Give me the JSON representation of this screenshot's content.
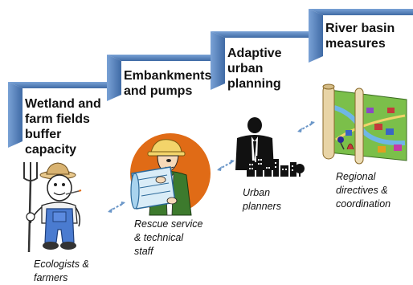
{
  "steps": [
    {
      "line1": "Wetland and",
      "line2": "farm fields",
      "line3": "buffer",
      "line4": "capacity"
    },
    {
      "line1": "Embankments",
      "line2": "and pumps"
    },
    {
      "line1": "Adaptive",
      "line2": "urban",
      "line3": "planning"
    },
    {
      "line1": "River basin",
      "line2": "measures"
    }
  ],
  "roles": [
    {
      "line1": "Ecologists &",
      "line2": "farmers"
    },
    {
      "line1": "Rescue service",
      "line2": "& technical",
      "line3": "staff"
    },
    {
      "line1": "Urban",
      "line2": "planners"
    },
    {
      "line1": "Regional",
      "line2": "directives &",
      "line3": "coordination"
    }
  ],
  "colors": {
    "step_fill": "#5b87c2",
    "step_edge": "#3e6aa6",
    "exchange_arrow": "#6a96c8",
    "helmet_circle": "#e06b16"
  },
  "icons": [
    "farmer-icon",
    "rescue-worker-icon",
    "urban-planner-icon",
    "regional-map-icon",
    "exchange-arrow-icon"
  ]
}
